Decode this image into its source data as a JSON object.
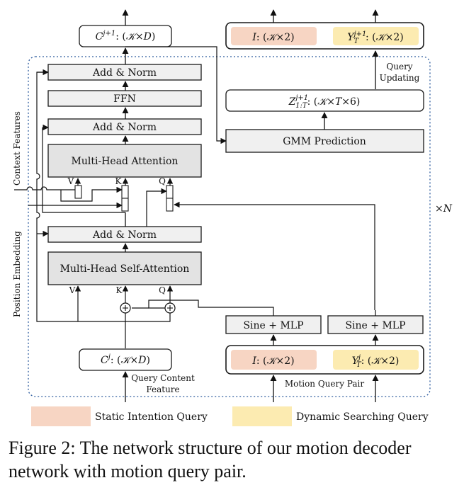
{
  "blocks": {
    "add_norm_top": "Add & Norm",
    "ffn": "FFN",
    "add_norm_mid": "Add & Norm",
    "mha": "Multi-Head Attention",
    "add_norm_bottom": "Add & Norm",
    "mhsa": "Multi-Head Self-Attention",
    "gmm": "GMM Prediction",
    "sine_mlp_left": "Sine + MLP",
    "sine_mlp_right": "Sine + MLP"
  },
  "math": {
    "c_next": "C^{j+1}: (𝒦×D)",
    "i_top": "I: (𝒦×2)",
    "y_top": "Y_T^{j+1}: (𝒦×2)",
    "z": "Z_{1:T}^{j+1}: (𝒦×T×6)",
    "c_j": "C^j: (𝒦×D)",
    "i_bottom": "I: (𝒦×2)",
    "y_bottom": "Y_T^j: (𝒦×2)"
  },
  "labels": {
    "v1": "V",
    "k1": "K",
    "q1": "Q",
    "v2": "V",
    "k2": "K",
    "q2": "Q",
    "context_features": "Context Features",
    "position_embedding": "Position Embedding",
    "query_updating_1": "Query",
    "query_updating_2": "Updating",
    "times_n": "×N",
    "query_content_1": "Query Content",
    "query_content_2": "Feature",
    "motion_query_pair": "Motion Query Pair"
  },
  "legend": {
    "static": {
      "label": "Static Intention Query",
      "color": "#f7d5c3"
    },
    "dynamic": {
      "label": "Dynamic Searching Query",
      "color": "#fcebb1"
    }
  },
  "colors": {
    "box_gray": "#e3e3e3",
    "box_light": "#f0f0f0",
    "border": "#1a1a1a",
    "dotted": "#2e5c9e"
  },
  "caption": "Figure 2:  The network structure of our motion decoder network with motion query pair."
}
